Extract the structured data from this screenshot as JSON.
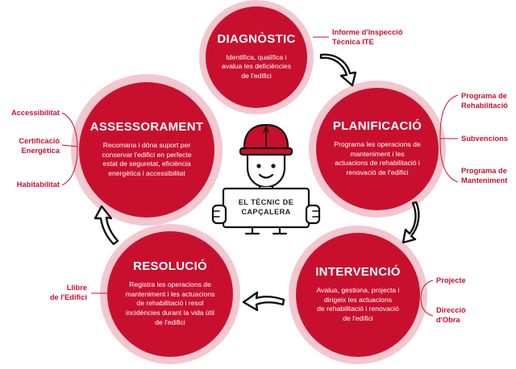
{
  "stages": {
    "diagnostic": {
      "title": "DIAGNÒSTIC",
      "description": "Identifica, qualifica i\navalua les deficiències\nde l'edifici"
    },
    "planning": {
      "title": "PLANIFICACIÓ",
      "description": "Programa les operacions de\nmanteniment i les\nactuacions de rehabilitació i\nrenovació de l'edifici"
    },
    "intervention": {
      "title": "INTERVENCIÓ",
      "description": "Avalua, gestiona, projecta i\ndirigeix les actuacions\nde rehabilitació i renovació\nde l'edifici"
    },
    "resolution": {
      "title": "RESOLUCIÓ",
      "description": "Registra les operacions de\nmanteniment i les actuacions\nde rehabilitació i resol\nincidències durant la vida útil\nde l'edifici"
    },
    "advisory": {
      "title": "ASSESSORAMENT",
      "description": "Recomana i dóna suport per\nconservar l'edifici en perfecte\nestat de seguretat, eficiència\nenergètica i accessibilitat"
    }
  },
  "labels": {
    "diagnostic": [
      "Informe d'Inspecció\nTècnica ITE"
    ],
    "planning": [
      "Programa de\nRehabilitació",
      "Subvencions",
      "Programa de\nManteniment"
    ],
    "intervention": [
      "Projecte",
      "Direcció\nd'Obra"
    ],
    "resolution": [
      "Llibre\nde l'Edifici"
    ],
    "advisory": [
      "Accessibilitat",
      "Certificació\nEnergètica",
      "Habitabilitat"
    ]
  },
  "center": {
    "sign_text": "EL TÈCNIC DE\nCAPÇALERA"
  },
  "colors": {
    "accent": "#c8102e",
    "ring": "#f3c7cf",
    "outline": "#111111"
  }
}
